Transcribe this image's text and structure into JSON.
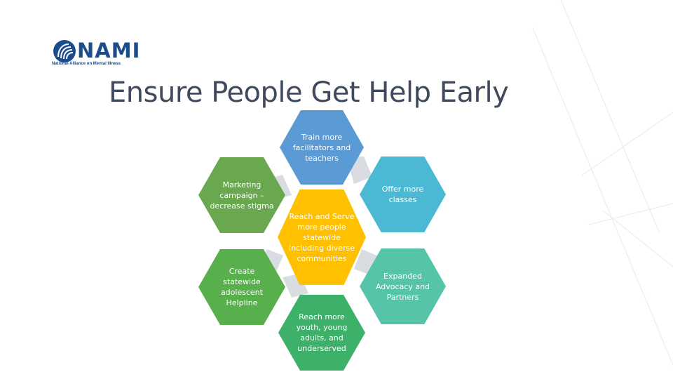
{
  "logo": {
    "name": "NAMI",
    "tagline": "National Alliance on Mental Illness"
  },
  "title": "Ensure People Get Help Early",
  "colors": {
    "blue": "#5b9bd5",
    "teal_blue": "#4bb8d4",
    "teal": "#56c4a8",
    "green": "#3db16a",
    "light_green": "#58b04c",
    "olive": "#6aa84f",
    "gold": "#ffc000",
    "connector": "#d9dde2"
  },
  "hexes": {
    "center": "Reach and Serve more people statewide including diverse communities",
    "top": "Train more facilitators and teachers",
    "upper_right": "Offer more classes",
    "lower_right": "Expanded Advocacy and Partners",
    "bottom": "Reach more youth, young adults, and underserved",
    "lower_left": "Create statewide adolescent Helpline",
    "upper_left": "Marketing campaign – decrease stigma"
  }
}
